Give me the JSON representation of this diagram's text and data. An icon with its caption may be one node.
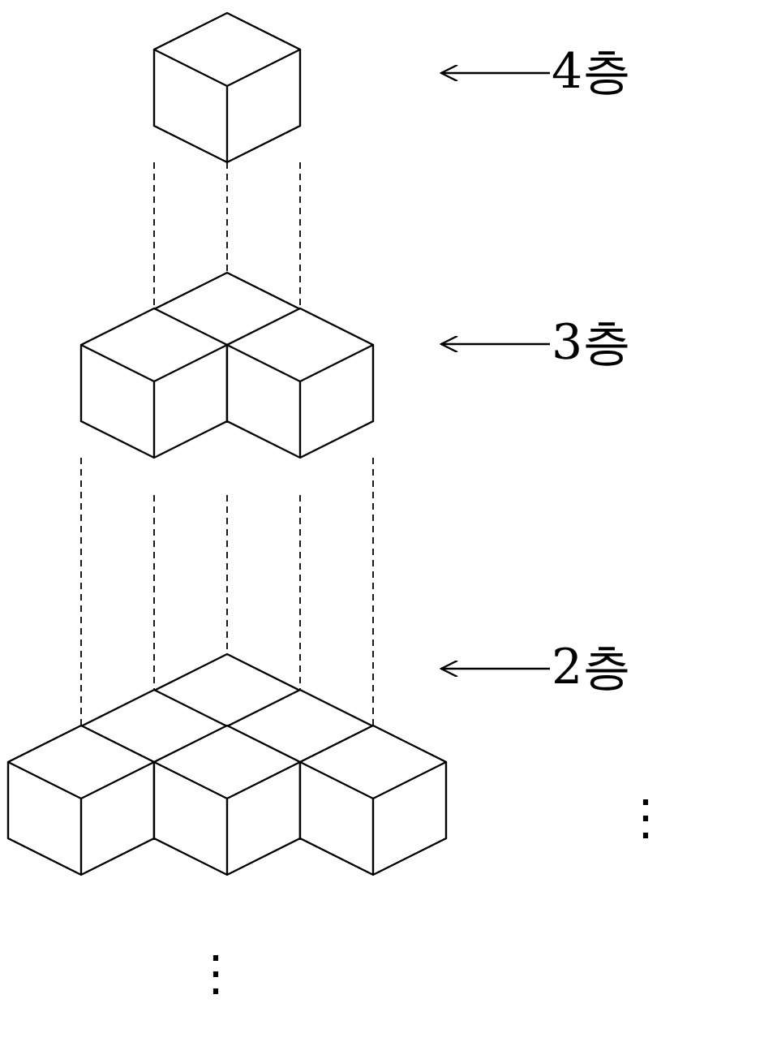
{
  "diagram": {
    "nodes": [
      {
        "text": [
          "4층"
        ]
      },
      {
        "text": [
          "3층"
        ]
      },
      {
        "text": [
          "2층"
        ]
      }
    ],
    "edges": [
      {
        "from": 0,
        "to": null,
        "arrow": "to"
      },
      {
        "from": 1,
        "to": null,
        "arrow": "to"
      },
      {
        "from": 2,
        "to": null,
        "arrow": "to"
      }
    ],
    "labels": [
      "⋮",
      "⋮"
    ]
  }
}
